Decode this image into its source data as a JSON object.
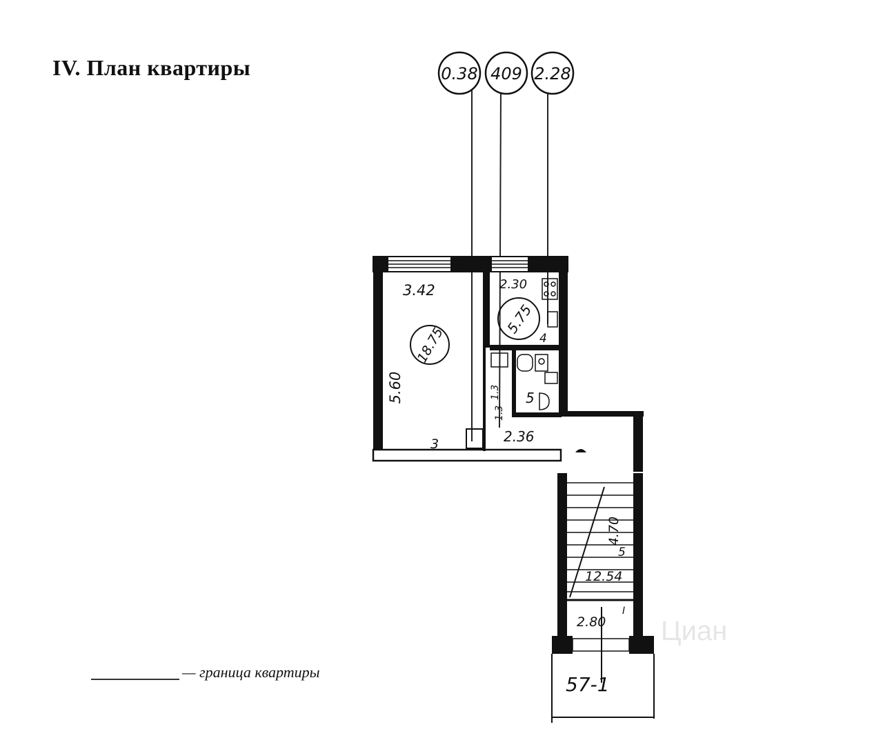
{
  "title": "IV. План квартиры",
  "legend": {
    "text": "— граница квартиры"
  },
  "markers": {
    "m1": "0.38",
    "m2": "409",
    "m3": "2.28"
  },
  "rooms": {
    "living": {
      "area": "18.75",
      "width": "3.42",
      "length": "5.60",
      "index": "3"
    },
    "kitchen": {
      "area": "5.75",
      "width": "2.30",
      "index": "4"
    },
    "bath": {
      "label": "5",
      "dim": "1.3",
      "dim2": "1.3"
    },
    "corridor": {
      "width": "2.36"
    },
    "stair": {
      "area": "12.54",
      "length": "4.70",
      "mark": "5",
      "width": "2.80",
      "index": "I"
    }
  },
  "entrance_label": "57-1",
  "watermark": "Циан"
}
